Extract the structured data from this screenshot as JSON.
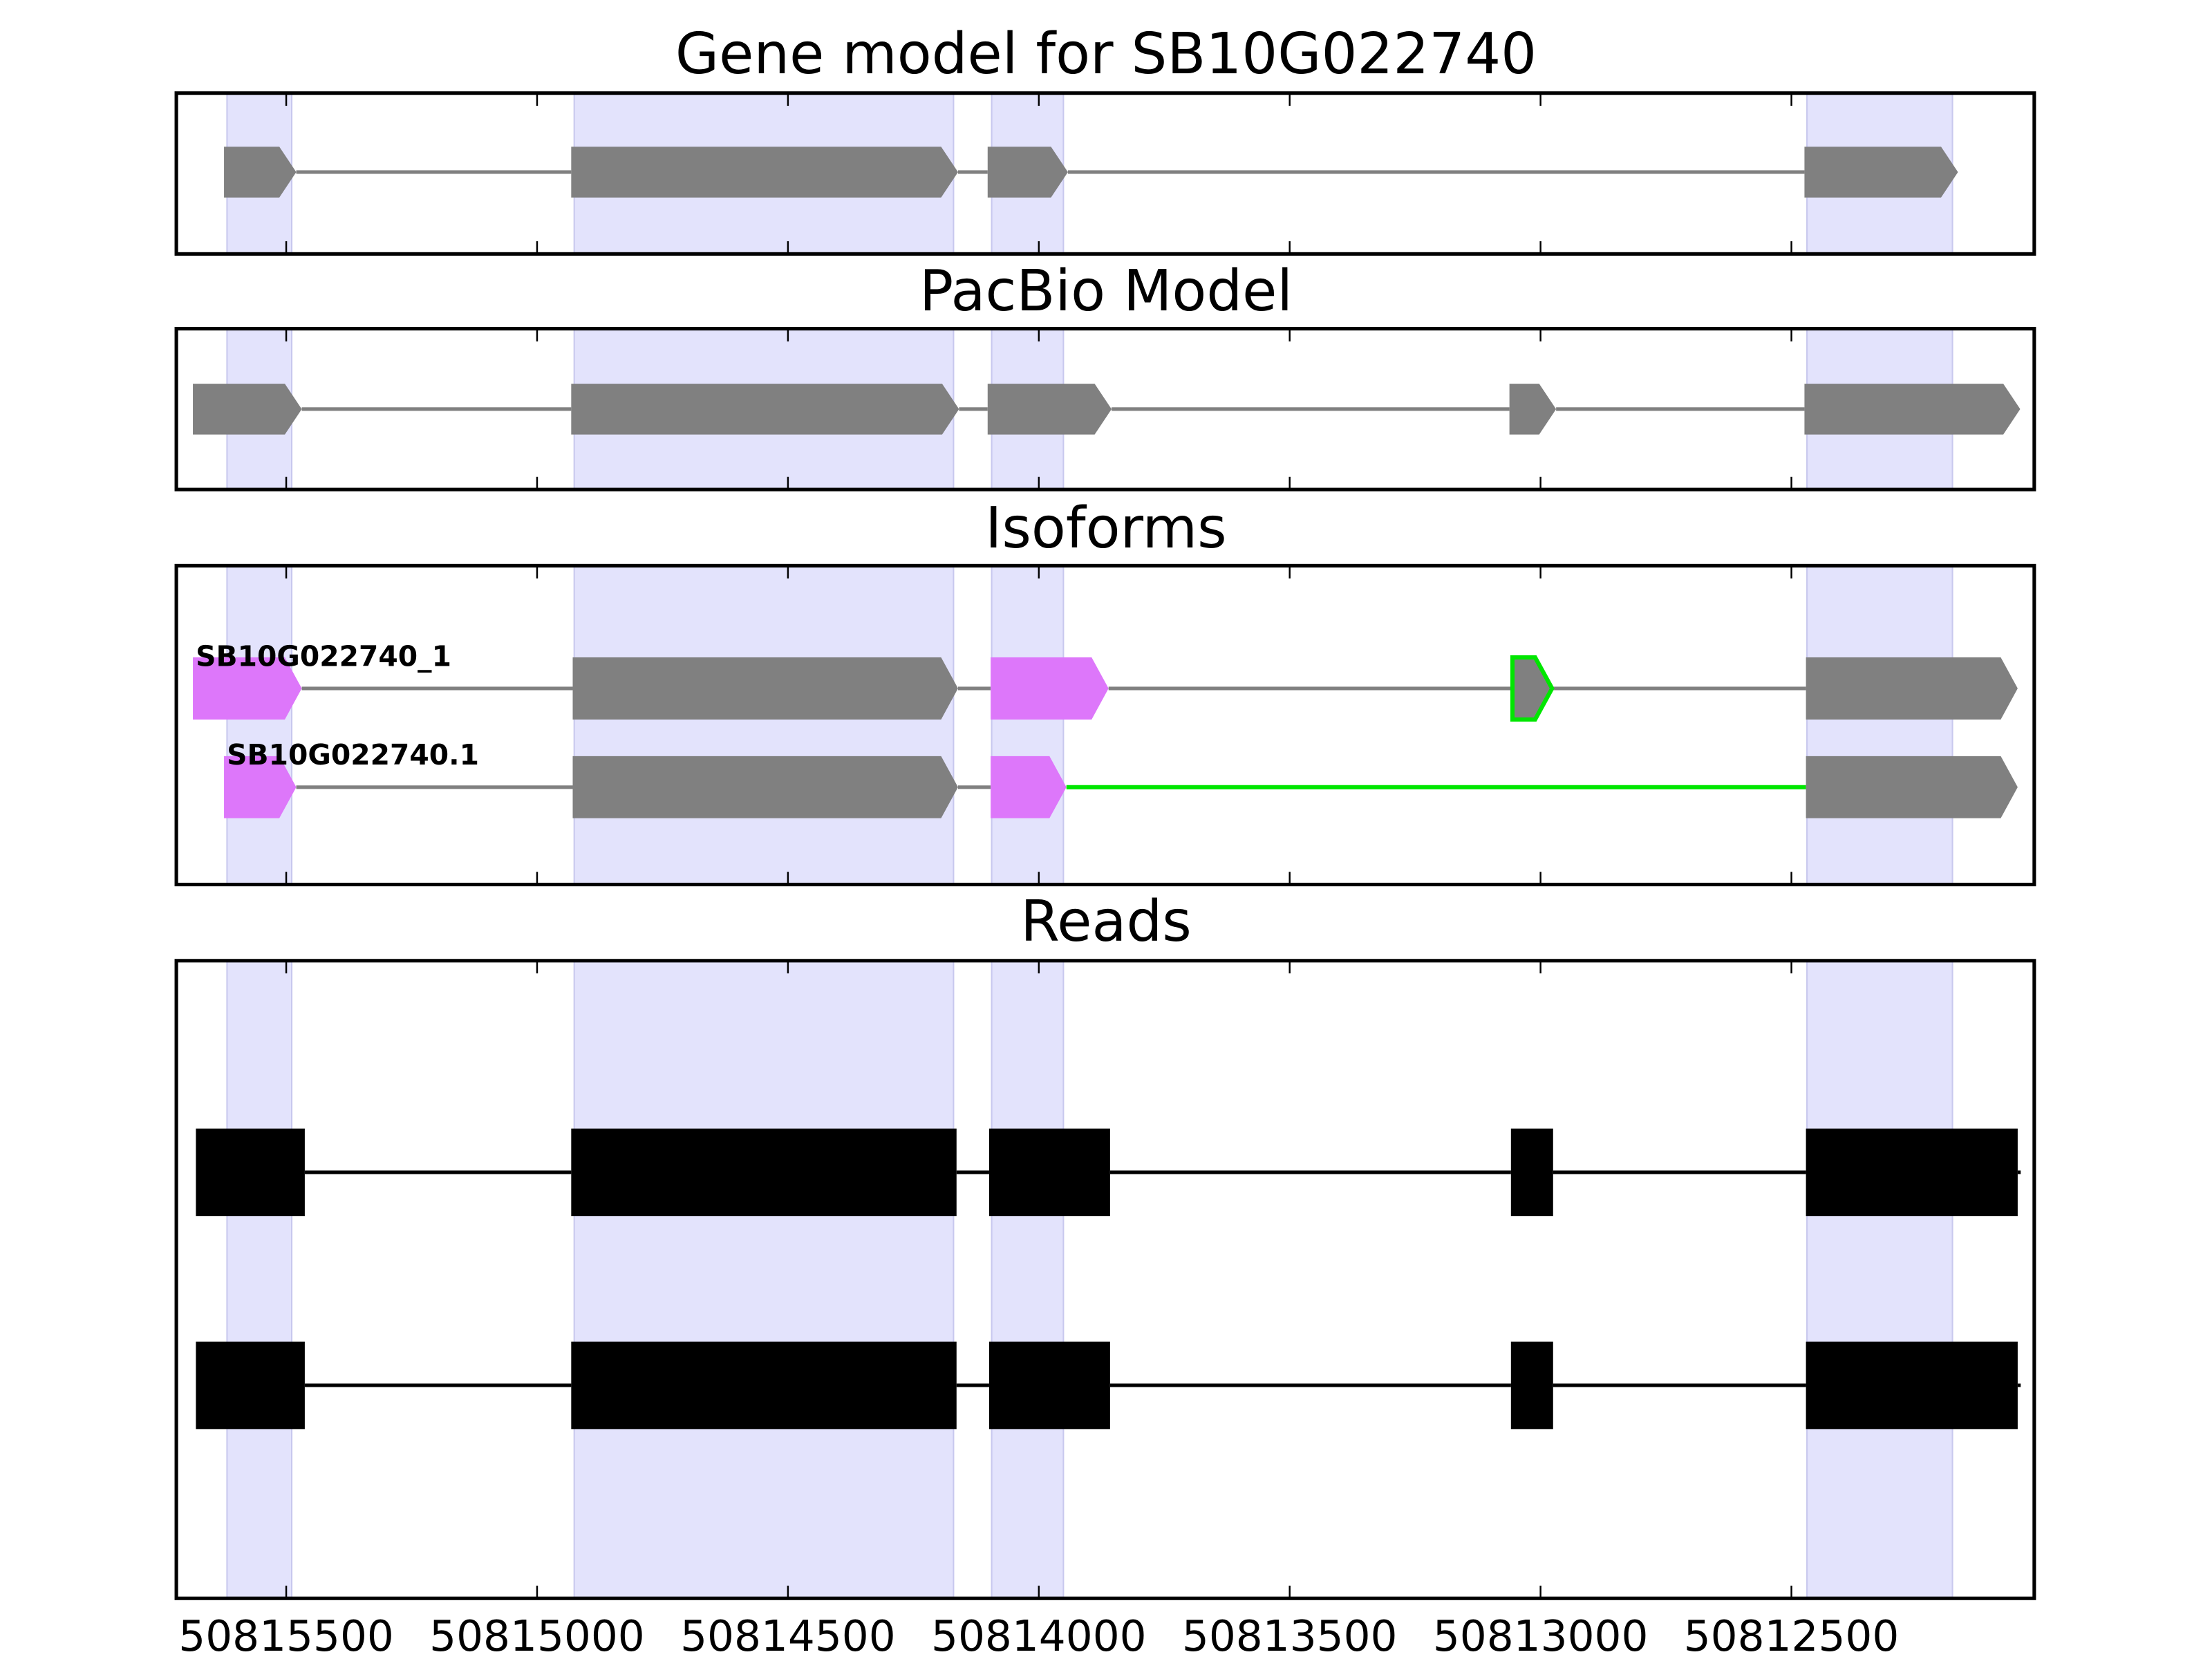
{
  "colors": {
    "highlight": "#e3e3fc",
    "highlight_edge": "#c8c8ee",
    "exon": "#808080",
    "isoform_exon": "#dd77fa",
    "novel": "#00e600",
    "read": "#000000",
    "intron": "#808080"
  },
  "axis": {
    "range": [
      50815719,
      50812016
    ],
    "ticks": [
      50815500,
      50815000,
      50814500,
      50814000,
      50813500,
      50813000,
      50812500
    ],
    "tick_labels": [
      "50815500",
      "50815000",
      "50814500",
      "50814000",
      "50813500",
      "50813000",
      "50812500"
    ]
  },
  "highlights": [
    [
      50815618,
      50815489
    ],
    [
      50814926,
      50814170
    ],
    [
      50814094,
      50813951
    ],
    [
      50812469,
      50812179
    ]
  ],
  "panels": [
    {
      "title": "Gene model for SB10G022740",
      "kind": "gene",
      "tracks": [
        {
          "exons": [
            {
              "s": 50815624,
              "e": 50815480
            },
            {
              "s": 50814932,
              "e": 50814161
            },
            {
              "s": 50814102,
              "e": 50813942
            },
            {
              "s": 50812474,
              "e": 50812168
            }
          ]
        }
      ]
    },
    {
      "title": "PacBio Model",
      "kind": "gene",
      "tracks": [
        {
          "exons": [
            {
              "s": 50815686,
              "e": 50815469
            },
            {
              "s": 50814932,
              "e": 50814159
            },
            {
              "s": 50814102,
              "e": 50813855
            },
            {
              "s": 50813062,
              "e": 50812969
            },
            {
              "s": 50812474,
              "e": 50812044
            }
          ]
        }
      ]
    },
    {
      "title": "Isoforms",
      "kind": "isoform",
      "tracks": [
        {
          "label": "SB10G022740_1",
          "exons": [
            {
              "s": 50815686,
              "e": 50815469,
              "c": "pink"
            },
            {
              "s": 50814929,
              "e": 50814161
            },
            {
              "s": 50814096,
              "e": 50813861,
              "c": "pink"
            },
            {
              "s": 50813056,
              "e": 50812977,
              "c": "novel"
            },
            {
              "s": 50812471,
              "e": 50812049
            }
          ],
          "introns": []
        },
        {
          "label": "SB10G022740.1",
          "exons": [
            {
              "s": 50815624,
              "e": 50815480,
              "c": "pink"
            },
            {
              "s": 50814929,
              "e": 50814161
            },
            {
              "s": 50814096,
              "e": 50813945,
              "c": "pink"
            },
            {
              "s": 50812471,
              "e": 50812049
            }
          ],
          "novel_introns": [
            2
          ]
        }
      ]
    },
    {
      "title": "Reads",
      "kind": "read",
      "tracks": [
        {
          "exons": [
            {
              "s": 50815680,
              "e": 50815463
            },
            {
              "s": 50814932,
              "e": 50814164
            },
            {
              "s": 50814099,
              "e": 50813858
            },
            {
              "s": 50813059,
              "e": 50812975
            },
            {
              "s": 50812471,
              "e": 50812049
            }
          ],
          "end": 50812043
        },
        {
          "exons": [
            {
              "s": 50815680,
              "e": 50815463
            },
            {
              "s": 50814932,
              "e": 50814164
            },
            {
              "s": 50814099,
              "e": 50813858
            },
            {
              "s": 50813059,
              "e": 50812975
            },
            {
              "s": 50812471,
              "e": 50812049
            }
          ],
          "end": 50812043
        }
      ]
    }
  ]
}
